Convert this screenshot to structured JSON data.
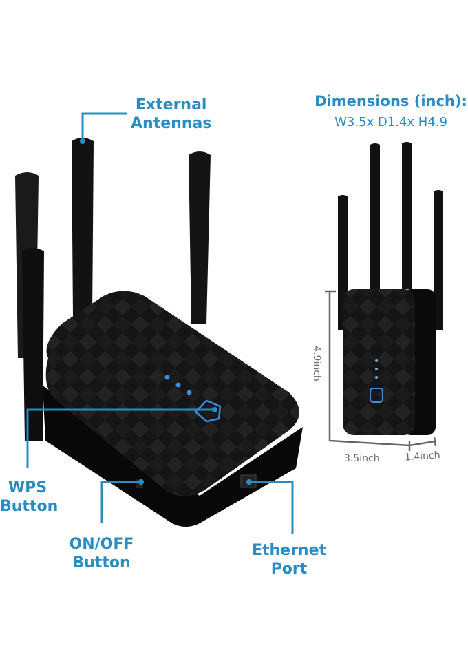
{
  "labels": {
    "antennas": [
      "External",
      "Antennas"
    ],
    "wps": [
      "WPS",
      "Button"
    ],
    "onoff": [
      "ON/OFF",
      "Button"
    ],
    "ethernet": [
      "Ethernet",
      "Port"
    ]
  },
  "dimensions": {
    "title": "Dimensions (inch):",
    "values": "W3.5x D1.4x H4.9",
    "height": "4.9inch",
    "width": "3.5inch",
    "depth": "1.4inch"
  },
  "colors": {
    "accent": "#2a8cc4",
    "device": "#111111",
    "led": "#3a8fe0"
  }
}
